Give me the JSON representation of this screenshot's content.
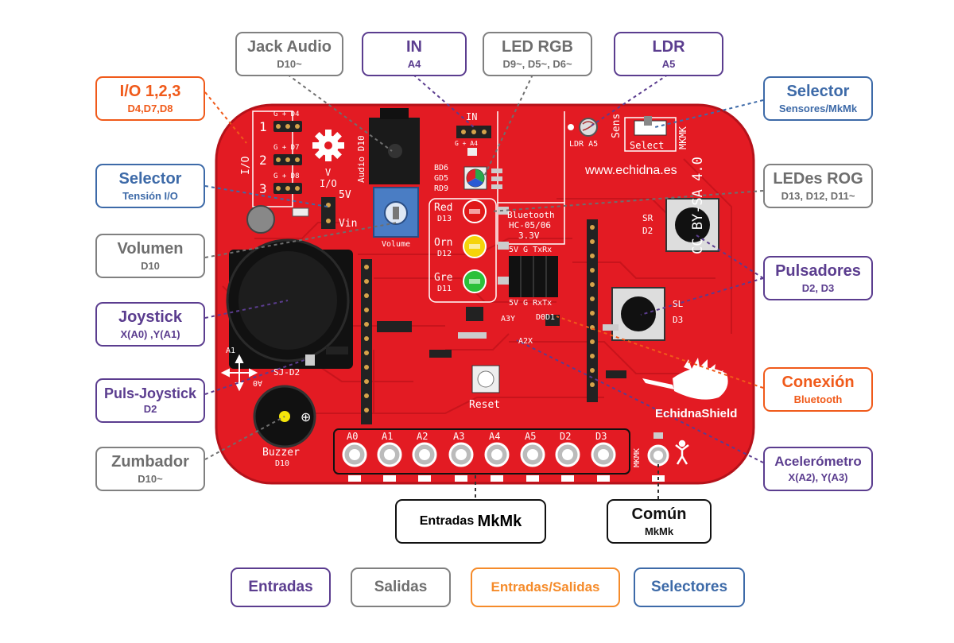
{
  "labels": {
    "io123": {
      "title": "I/O 1,2,3",
      "sub": "D4,D7,D8"
    },
    "jack_audio": {
      "title": "Jack Audio",
      "sub": "D10~"
    },
    "in": {
      "title": "IN",
      "sub": "A4"
    },
    "led_rgb": {
      "title": "LED RGB",
      "sub": "D9~, D5~, D6~"
    },
    "ldr": {
      "title": "LDR",
      "sub": "A5"
    },
    "selector_sensores": {
      "title": "Selector",
      "sub": "Sensores/MkMk"
    },
    "selector_tension": {
      "title": "Selector",
      "sub": "Tensión I/O"
    },
    "ledes_rog": {
      "title": "LEDes ROG",
      "sub": "D13, D12, D11~"
    },
    "volumen": {
      "title": "Volumen",
      "sub": "D10"
    },
    "pulsadores": {
      "title": "Pulsadores",
      "sub": "D2, D3"
    },
    "joystick": {
      "title": "Joystick",
      "sub": "X(A0) ,Y(A1)"
    },
    "conexion": {
      "title": "Conexión",
      "sub": "Bluetooth"
    },
    "puls_joystick": {
      "title": "Puls-Joystick",
      "sub": "D2"
    },
    "zumbador": {
      "title": "Zumbador",
      "sub": "D10~"
    },
    "acelerometro": {
      "title": "Acelerómetro",
      "sub": "X(A2), Y(A3)"
    },
    "entradas_mkmk": {
      "prefix": "Entradas ",
      "big": "MkMk"
    },
    "comun": {
      "title": "Común",
      "sub": "MkMk"
    }
  },
  "legend": {
    "entradas": "Entradas",
    "salidas": "Salidas",
    "entradas_salidas": "Entradas/Salidas",
    "selectores": "Selectores"
  },
  "board": {
    "website": "www.echidna.es",
    "name": "EchidnaShield",
    "license": "CC BY-SA 4.0",
    "io_label": "I/O",
    "io_rows": [
      "1",
      "2",
      "3"
    ],
    "io_headers": [
      "G + D4",
      "G + D7",
      "G + D8"
    ],
    "voltage_v": "V",
    "voltage_io": "I/O",
    "voltage_5v": "5V",
    "voltage_vin": "Vin",
    "audio": "Audio D10",
    "in_header": "IN",
    "in_pins": "G + A4",
    "rgb_pins": [
      "BD6",
      "GD5",
      "RD9"
    ],
    "led_red": "Red",
    "led_red_pin": "D13",
    "led_orn": "Orn",
    "led_orn_pin": "D12",
    "led_gre": "Gre",
    "led_gre_pin": "D11",
    "bt_title": "Bluetooth",
    "bt_model": "HC-05/06",
    "bt_volt": "3.3V",
    "bt_top": "5V G TxRx",
    "bt_bottom": "5V G RxTx",
    "bt_d0d1": "D0D1",
    "ldr_text": "LDR A5",
    "sens_text": "Sens",
    "select_text": "Select",
    "mkmk_vertical": "MKMK",
    "sr_text": "SR",
    "sr_pin": "D2",
    "sl_text": "SL",
    "sl_pin": "D3",
    "volume_text": "Volume",
    "joy_a1": "A1",
    "joy_a0": "A0",
    "joy_sj": "SJ-D2",
    "a3y": "A3Y",
    "a2x": "A2X",
    "reset": "Reset",
    "buzzer": "Buzzer",
    "buzzer_pin": "D10",
    "pads": [
      "A0",
      "A1",
      "A2",
      "A3",
      "A4",
      "A5",
      "D2",
      "D3"
    ],
    "mkmk_bottom": "MKMK"
  },
  "colors": {
    "board": "#e31b23",
    "inputs": "#5b3d8f",
    "outputs": "#808080",
    "io": "#f05a1a",
    "selectors": "#3d6aa8"
  }
}
